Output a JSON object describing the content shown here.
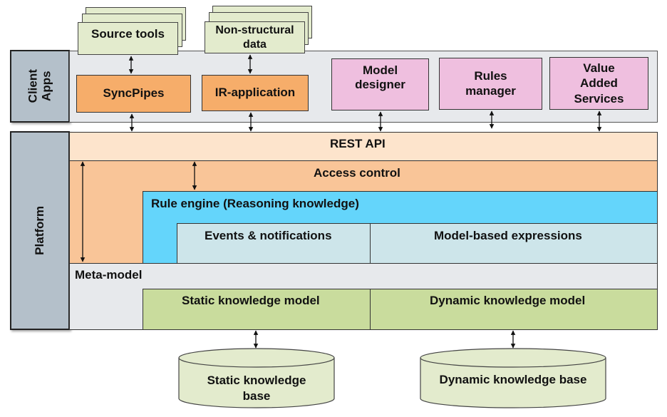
{
  "client_apps": {
    "label": "Client Apps",
    "sources": [
      {
        "label": "Source tools"
      },
      {
        "label": "Non-structural data"
      }
    ],
    "apps": [
      {
        "label": "SyncPipes"
      },
      {
        "label": "IR-application"
      },
      {
        "label": "Model designer"
      },
      {
        "label": "Rules manager"
      },
      {
        "label": "Value Added Services"
      }
    ]
  },
  "platform": {
    "label": "Platform",
    "layers": {
      "rest_api": "REST API",
      "access_control": "Access control",
      "rule_engine": "Rule engine (Reasoning knowledge)",
      "events": "Events & notifications",
      "model_expressions": "Model-based expressions",
      "meta_model": "Meta-model",
      "static_model": "Static knowledge model",
      "dynamic_model": "Dynamic knowledge model"
    }
  },
  "storage": {
    "static_base": "Static knowledge base",
    "dynamic_base": "Dynamic knowledge base"
  },
  "colors": {
    "side_label": "#b4c0ca",
    "client_panel": "#e7e9ec",
    "source_doc": "#e3ebcd",
    "orange_app": "#f6ad6a",
    "pink_app": "#efbfdf",
    "rest_api": "#fde4cc",
    "access_control": "#f9c598",
    "rule_engine": "#64d5fb",
    "events": "#cde5ea",
    "meta_model": "#e7e9ec",
    "knowledge_model": "#c9dc9d",
    "cylinder": "#e3ebcd"
  }
}
